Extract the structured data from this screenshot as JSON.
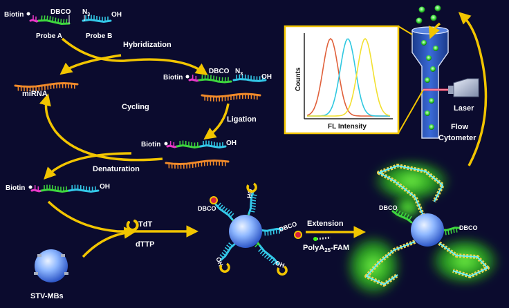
{
  "colors": {
    "background": "#0b0b2e",
    "arrow": "#f2c500",
    "probe_a_biotin_segment": "#e838c8",
    "probe_a_body": "#3ed63e",
    "probe_b_body": "#33c8e8",
    "mirna": "#f08a2a",
    "dbco_tag": "#f2c500",
    "glow": "#39ff14",
    "bead": "#8fb8ff",
    "chart_curve_1": "#e0603a",
    "chart_curve_2": "#2fc8e0",
    "chart_curve_3": "#f2e030",
    "laser": "#ff3355"
  },
  "labels": {
    "biotin": "Biotin",
    "dbco": "DBCO",
    "n3": "N",
    "n3_sub": "3",
    "oh": "OH",
    "ho": "HO",
    "probe_a": "Probe A",
    "probe_b": "Probe B",
    "hybridization": "Hybridization",
    "mirna": "miRNA",
    "cycling": "Cycling",
    "ligation": "Ligation",
    "denaturation": "Denaturation",
    "tdt": "TdT",
    "dttp": "dTTP",
    "stv_mbs": "STV-MBs",
    "extension": "Extension",
    "polya_prefix": "PolyA",
    "polya_sub": "25",
    "polya_suffix": "-FAM",
    "counts": "Counts",
    "fl_intensity": "FL  Intensity",
    "laser": "Laser",
    "flow": "Flow",
    "cytometer": "Cytometer"
  }
}
